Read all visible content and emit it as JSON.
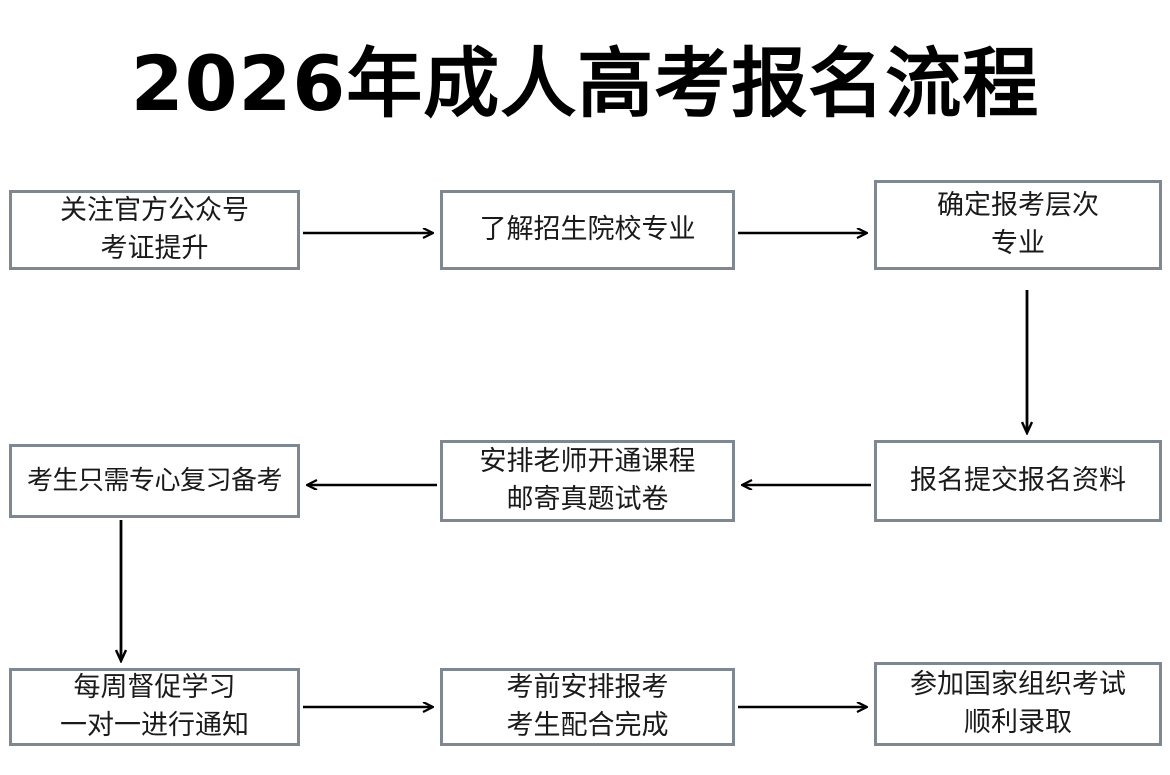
{
  "page": {
    "title": "2026年成人高考报名流程",
    "background_color": "#ffffff",
    "box_border_color": "#7f8790",
    "arrow_color": "#000000",
    "text_color": "#1a1a1a"
  },
  "flowchart": {
    "type": "process-flow",
    "layout": "3 rows x 3 columns, boustrophedon (row 1 left-to-right, row 2 right-to-left, row 3 left-to-right)",
    "nodes": [
      {
        "id": "node-1",
        "line1": "关注官方公众号",
        "line2": "考证提升"
      },
      {
        "id": "node-2",
        "line1": "了解招生院校专业",
        "line2": ""
      },
      {
        "id": "node-3",
        "line1": "确定报考层次",
        "line2": "专业"
      },
      {
        "id": "node-4",
        "line1": "考生只需专心复习备考",
        "line2": ""
      },
      {
        "id": "node-5",
        "line1": "安排老师开通课程",
        "line2": "邮寄真题试卷"
      },
      {
        "id": "node-6",
        "line1": "报名提交报名资料",
        "line2": ""
      },
      {
        "id": "node-7",
        "line1": "每周督促学习",
        "line2": "一对一进行通知"
      },
      {
        "id": "node-8",
        "line1": "考前安排报考",
        "line2": "考生配合完成"
      },
      {
        "id": "node-9",
        "line1": "参加国家组织考试",
        "line2": "顺利录取"
      }
    ],
    "connectors": [
      {
        "id": "arrow-1-2",
        "from": "node-1",
        "to": "node-2",
        "direction": "right"
      },
      {
        "id": "arrow-2-3",
        "from": "node-2",
        "to": "node-3",
        "direction": "right"
      },
      {
        "id": "arrow-3-6",
        "from": "node-3",
        "to": "node-6",
        "direction": "down"
      },
      {
        "id": "arrow-6-5",
        "from": "node-6",
        "to": "node-5",
        "direction": "left"
      },
      {
        "id": "arrow-5-4",
        "from": "node-5",
        "to": "node-4",
        "direction": "left"
      },
      {
        "id": "arrow-4-7",
        "from": "node-4",
        "to": "node-7",
        "direction": "down"
      },
      {
        "id": "arrow-7-8",
        "from": "node-7",
        "to": "node-8",
        "direction": "right"
      },
      {
        "id": "arrow-8-9",
        "from": "node-8",
        "to": "node-9",
        "direction": "right"
      }
    ]
  }
}
